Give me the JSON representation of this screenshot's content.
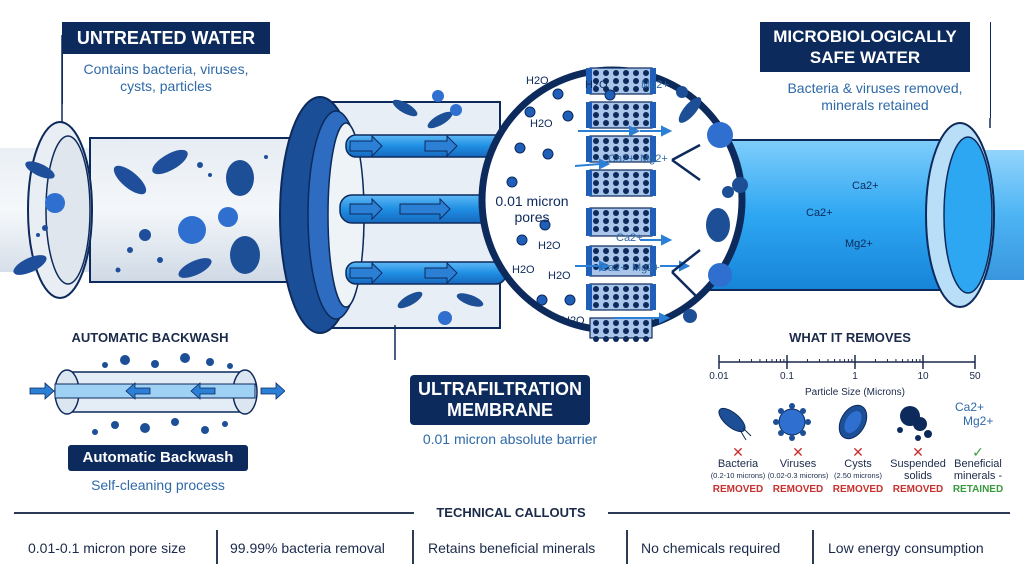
{
  "untreated": {
    "title": "UNTREATED WATER",
    "subtitle_line1": "Contains bacteria, viruses,",
    "subtitle_line2": "cysts, particles"
  },
  "safe": {
    "title_line1": "MICROBIOLOGICALLY",
    "title_line2": "SAFE WATER",
    "subtitle_line1": "Bacteria & viruses removed,",
    "subtitle_line2": "minerals retained",
    "ions": [
      "Ca2+",
      "Ca2+",
      "Mg2+"
    ]
  },
  "magnifier": {
    "pores_label_line1": "0.01 micron",
    "pores_label_line2": "pores",
    "molecule_labels": [
      "H2O",
      "H2O",
      "H2O",
      "H2O",
      "H2O",
      "H2O",
      "H2O"
    ],
    "ion_labels": [
      "Mg2+",
      "Ca2+",
      "Mg2+",
      "Ca2+",
      "Ca2+",
      "Mg2+"
    ]
  },
  "membrane": {
    "title_line1": "ULTRAFILTRATION",
    "title_line2": "MEMBRANE",
    "subtitle": "0.01 micron absolute barrier"
  },
  "backwash": {
    "heading": "AUTOMATIC BACKWASH",
    "label": "Automatic Backwash",
    "subtitle": "Self-cleaning process"
  },
  "removes": {
    "heading": "WHAT IT REMOVES",
    "scale_ticks": [
      "0.01",
      "0.1",
      "1",
      "10",
      "50"
    ],
    "scale_label": "Particle Size (Microns)",
    "items": [
      {
        "icon": "bacteria-icon",
        "mark": "✕",
        "name": "Bacteria",
        "size": "(0.2-10 microns)",
        "status": "REMOVED",
        "status_color": "#c8302e"
      },
      {
        "icon": "virus-icon",
        "mark": "✕",
        "name": "Viruses",
        "size": "(0.02-0.3 microns)",
        "status": "REMOVED",
        "status_color": "#c8302e"
      },
      {
        "icon": "cyst-icon",
        "mark": "✕",
        "name": "Cysts",
        "size": "(2.50 microns)",
        "status": "REMOVED",
        "status_color": "#c8302e"
      },
      {
        "icon": "suspended-solids-icon",
        "mark": "✕",
        "name_line1": "Suspended",
        "name_line2": "solids",
        "status": "REMOVED",
        "status_color": "#c8302e"
      },
      {
        "icon": "minerals-icon",
        "mark": "✓",
        "ion1": "Ca2+",
        "ion2": "Mg2+",
        "name_line1": "Beneficial",
        "name_line2": "minerals -",
        "status": "RETAINED",
        "status_color": "#3a9a3e"
      }
    ]
  },
  "technical": {
    "heading": "TECHNICAL CALLOUTS",
    "items": [
      "0.01-0.1 micron pore size",
      "99.99% bacteria removal",
      "Retains beneficial minerals",
      "No chemicals required",
      "Low energy consumption"
    ]
  },
  "colors": {
    "navy": "#0d2a5c",
    "accent_blue": "#2f6aa8",
    "water_blue": "#29a3f0",
    "removed_red": "#c8302e",
    "retained_green": "#3a9a3e"
  }
}
